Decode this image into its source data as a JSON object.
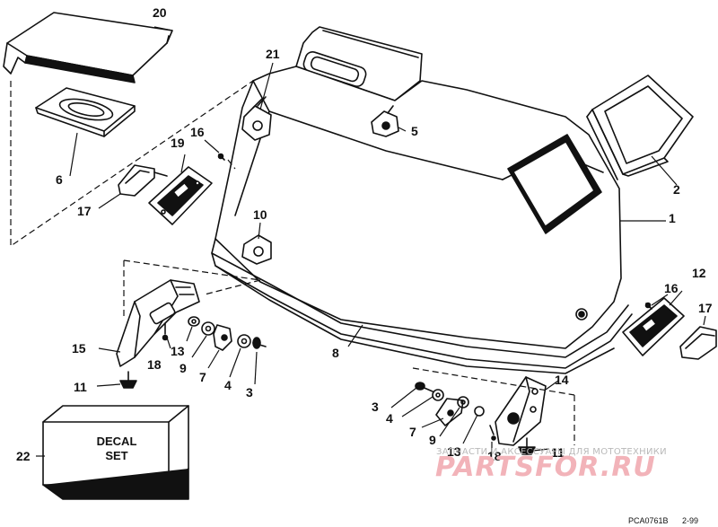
{
  "callouts": {
    "c1": "1",
    "c2": "2",
    "c3a": "3",
    "c3b": "3",
    "c4a": "4",
    "c4b": "4",
    "c5": "5",
    "c6": "6",
    "c7a": "7",
    "c7b": "7",
    "c8": "8",
    "c9a": "9",
    "c9b": "9",
    "c10": "10",
    "c11a": "11",
    "c11b": "11",
    "c12": "12",
    "c13a": "13",
    "c13b": "13",
    "c14": "14",
    "c15": "15",
    "c16a": "16",
    "c16b": "16",
    "c17a": "17",
    "c17b": "17",
    "c18a": "18",
    "c18b": "18",
    "c19": "19",
    "c20": "20",
    "c21": "21",
    "c22": "22"
  },
  "decal": {
    "line1": "DECAL",
    "line2": "SET"
  },
  "watermark": {
    "caption": "ЗАПЧАСТИ И АКСЕССУАРЫ ДЛЯ МОТОТЕХНИКИ",
    "logo": "PARTSFOR.RU"
  },
  "footer": {
    "code": "PCA0761B",
    "date": "2-99"
  }
}
